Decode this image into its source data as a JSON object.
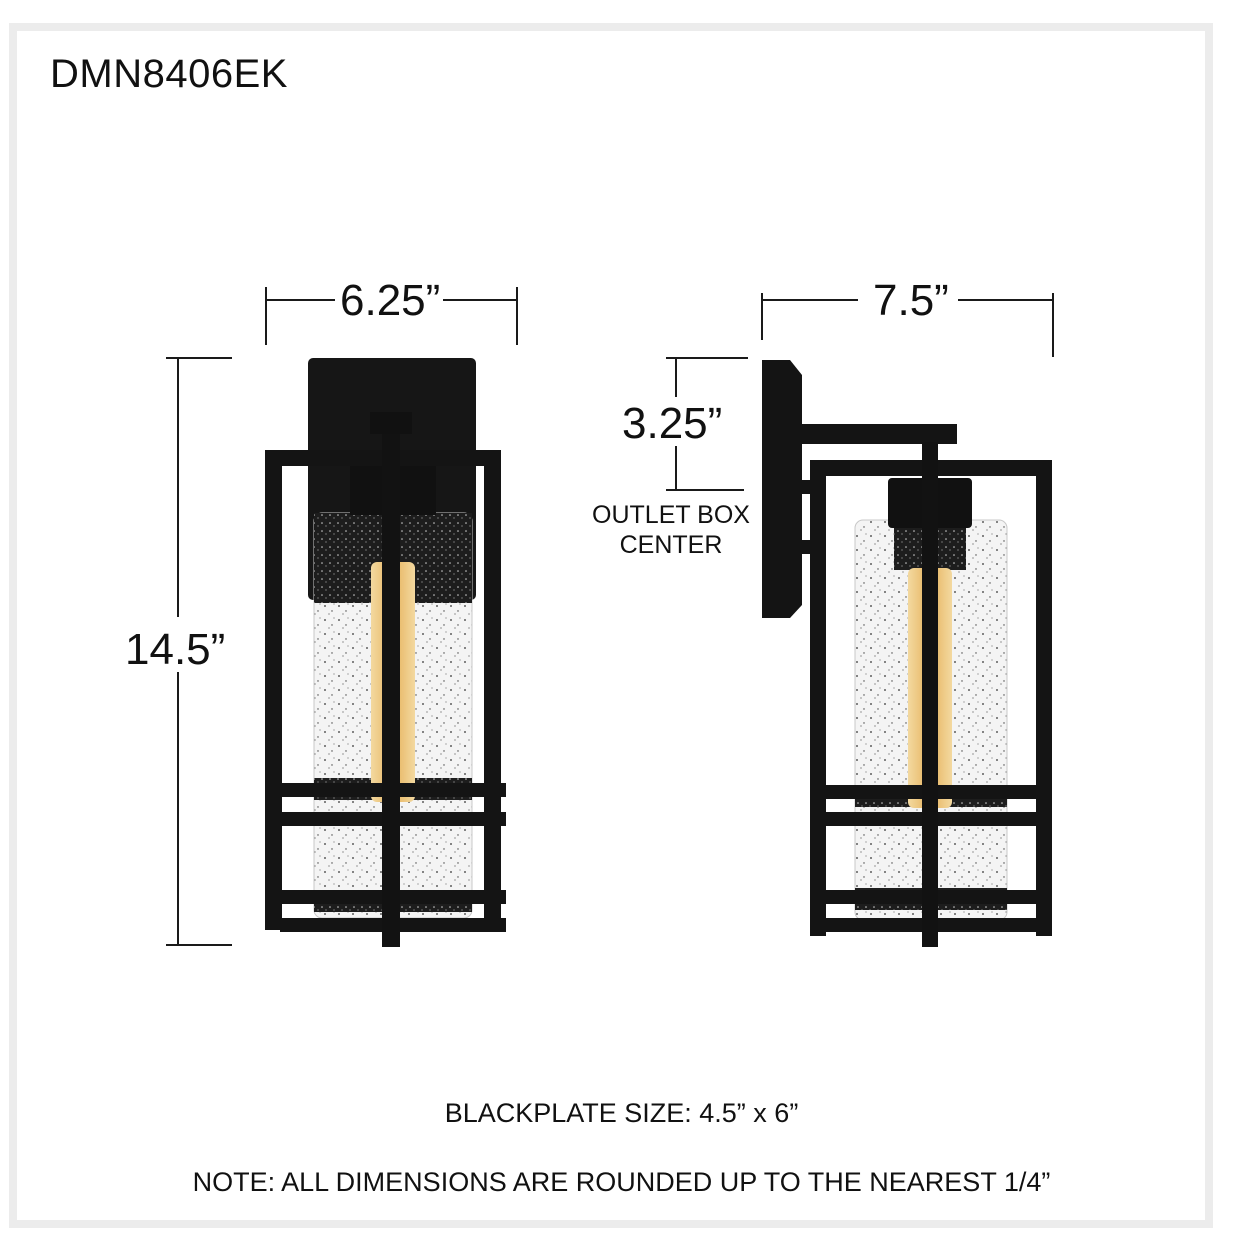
{
  "title": "DMN8406EK",
  "front_view": {
    "width_label": "6.25”",
    "height_label": "14.5”"
  },
  "side_view": {
    "depth_label": "7.5”",
    "outlet_offset_label": "3.25”",
    "outlet_caption_line1": "OUTLET BOX",
    "outlet_caption_line2": "CENTER"
  },
  "notes": {
    "backplate": "BLACKPLATE SIZE: 4.5” x 6”",
    "rounding": "NOTE: ALL DIMENSIONS ARE ROUNDED UP TO THE NEAREST 1/4”"
  },
  "colors": {
    "fixture": "#141414",
    "glass": "#f2f2f2",
    "bulb": "#e8b866",
    "frame_border": "#ececec"
  }
}
